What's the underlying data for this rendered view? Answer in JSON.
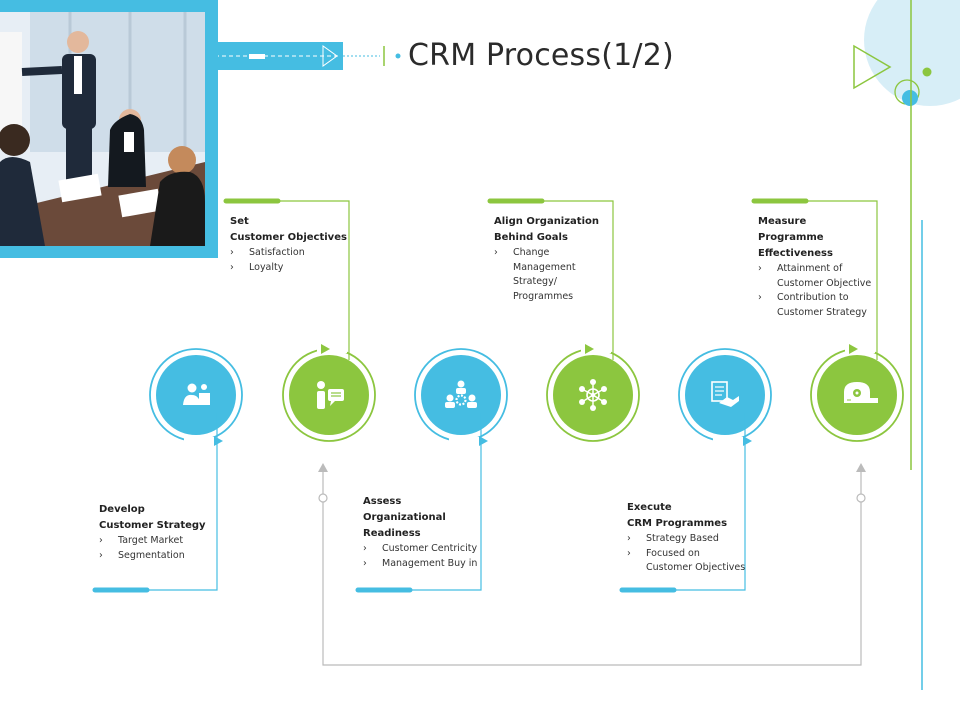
{
  "slide": {
    "title": "CRM Process(1/2)"
  },
  "steps": [
    {
      "title": "Develop\nCustomer Strategy",
      "items": [
        "Target Market",
        "Segmentation"
      ],
      "color": "blue",
      "icon": "presenter-icon"
    },
    {
      "title": "Set\nCustomer Objectives",
      "items": [
        "Satisfaction",
        "Loyalty"
      ],
      "color": "green",
      "icon": "speech-bubble-icon"
    },
    {
      "title": "Assess\nOrganizational\nReadiness",
      "items": [
        "Customer Centricity",
        "Management  Buy in"
      ],
      "color": "blue",
      "icon": "team-gear-icon"
    },
    {
      "title": "Align Organization\nBehind Goals",
      "items": [
        "Change\nManagement\nStrategy/\nProgrammes"
      ],
      "color": "green",
      "icon": "network-target-icon"
    },
    {
      "title": "Execute\nCRM Programmes",
      "items": [
        "Strategy  Based",
        "Focused on\nCustomer Objectives"
      ],
      "color": "blue",
      "icon": "handshake-document-icon"
    },
    {
      "title": "Measure\nProgramme\nEffectiveness",
      "items": [
        "Attainment of\nCustomer Objective",
        "Contribution to\nCustomer Strategy"
      ],
      "color": "green",
      "icon": "measuring-tape-icon"
    }
  ],
  "bullet_glyph": "›",
  "colors": {
    "blue": "#45bde2",
    "green": "#8cc63f",
    "gray": "#bbbbbb",
    "text": "#222222"
  }
}
